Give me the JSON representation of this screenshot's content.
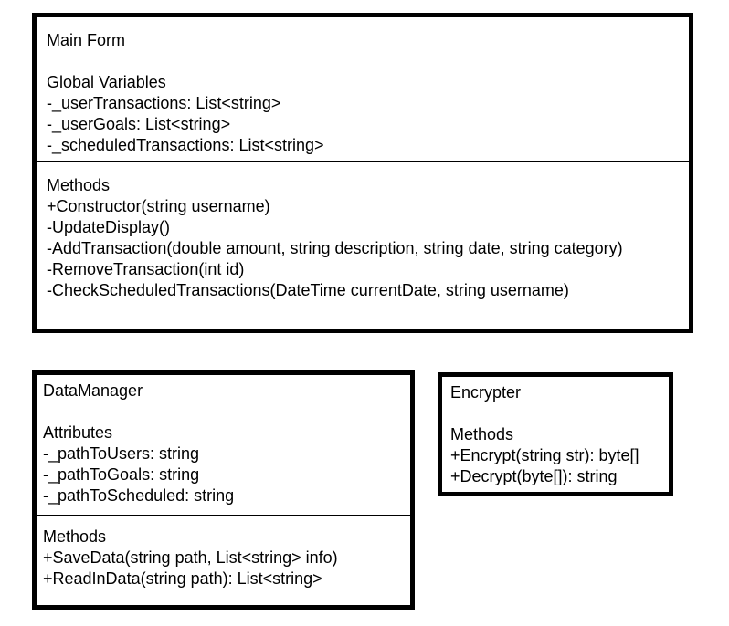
{
  "main_form": {
    "title": "Main Form",
    "variables_heading": "Global Variables",
    "variables": [
      "-_userTransactions: List<string>",
      "-_userGoals: List<string>",
      "-_scheduledTransactions: List<string>"
    ],
    "methods_heading": "Methods",
    "methods": [
      "+Constructor(string username)",
      "-UpdateDisplay()",
      "-AddTransaction(double amount, string description, string date, string category)",
      "-RemoveTransaction(int id)",
      "-CheckScheduledTransactions(DateTime currentDate, string username)"
    ]
  },
  "data_manager": {
    "title": "DataManager",
    "attributes_heading": "Attributes",
    "attributes": [
      "-_pathToUsers: string",
      "-_pathToGoals: string",
      "-_pathToScheduled: string"
    ],
    "methods_heading": "Methods",
    "methods": [
      "+SaveData(string path, List<string> info)",
      "+ReadInData(string path): List<string>"
    ]
  },
  "encrypter": {
    "title": "Encrypter",
    "methods_heading": "Methods",
    "methods": [
      "+Encrypt(string str): byte[]",
      "+Decrypt(byte[]): string"
    ]
  }
}
